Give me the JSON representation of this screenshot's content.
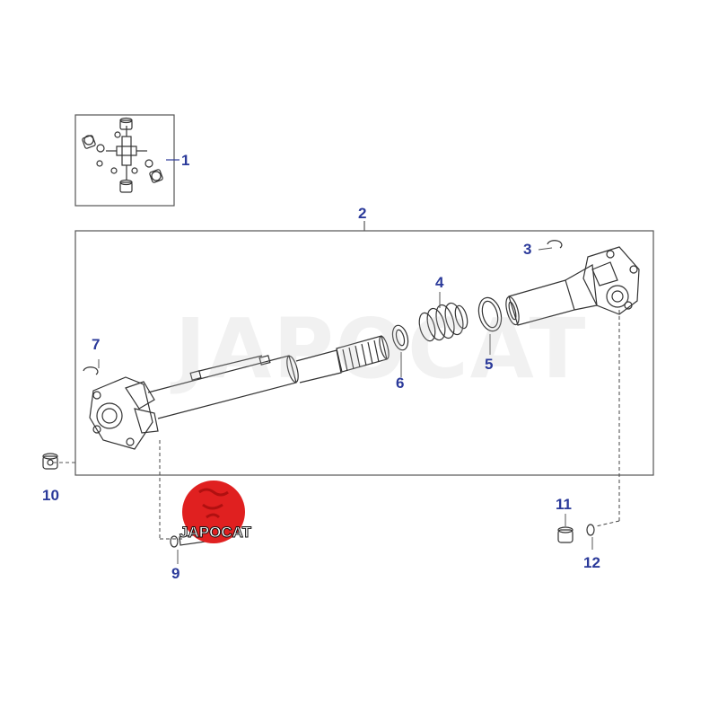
{
  "diagram": {
    "callouts": [
      {
        "id": "1",
        "label": "1"
      },
      {
        "id": "2",
        "label": "2"
      },
      {
        "id": "3",
        "label": "3"
      },
      {
        "id": "4",
        "label": "4"
      },
      {
        "id": "5",
        "label": "5"
      },
      {
        "id": "6",
        "label": "6"
      },
      {
        "id": "7",
        "label": "7"
      },
      {
        "id": "9",
        "label": "9"
      },
      {
        "id": "10",
        "label": "10"
      },
      {
        "id": "11",
        "label": "11"
      },
      {
        "id": "12",
        "label": "12"
      }
    ]
  },
  "watermark": {
    "text": "JAPOCAT"
  },
  "logo": {
    "text": "JAPOCAT",
    "color": "#e02020"
  },
  "colors": {
    "line": "#333333",
    "callout": "#2b3a9a",
    "dashed": "#444444"
  }
}
